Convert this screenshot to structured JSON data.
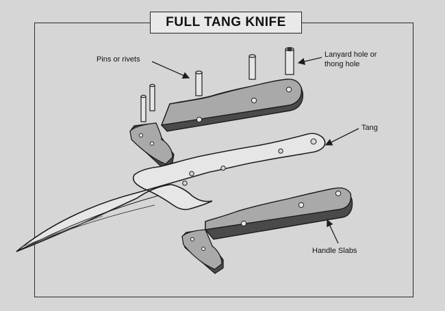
{
  "title": "FULL TANG KNIFE",
  "labels": {
    "pins": "Pins or rivets",
    "lanyard_line1": "Lanyard  hole or",
    "lanyard_line2": "thong hole",
    "tang": "Tang",
    "slabs": "Handle Slabs"
  },
  "colors": {
    "background": "#d6d6d6",
    "metal": "#e6e6e6",
    "slab_top": "#a9a9a9",
    "slab_side": "#4a4a4a",
    "outline": "#1c1c1c"
  }
}
